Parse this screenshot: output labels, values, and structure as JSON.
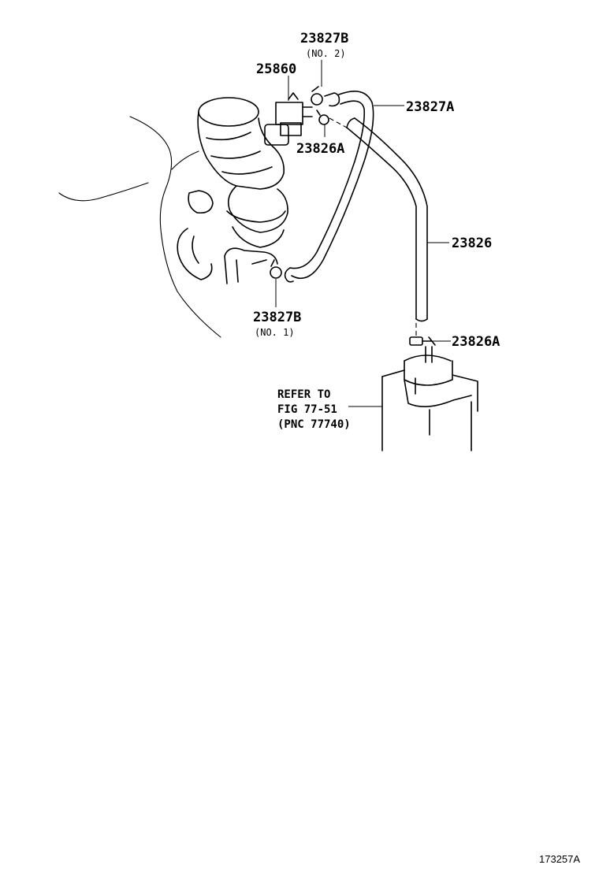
{
  "callouts": {
    "clamp_no2": {
      "part": "23827B",
      "sub": "(NO. 2)"
    },
    "vsv": {
      "part": "25860"
    },
    "hose_upper": {
      "part": "23827A"
    },
    "clamp_upper": {
      "part": "23826A"
    },
    "hose_main": {
      "part": "23826"
    },
    "clamp_no1": {
      "part": "23827B",
      "sub": "(NO. 1)"
    },
    "clamp_lower": {
      "part": "23826A"
    }
  },
  "reference": {
    "line1": "REFER TO",
    "line2": "FIG 77-51",
    "line3": "(PNC 77740)"
  },
  "figure_number": "173257A"
}
